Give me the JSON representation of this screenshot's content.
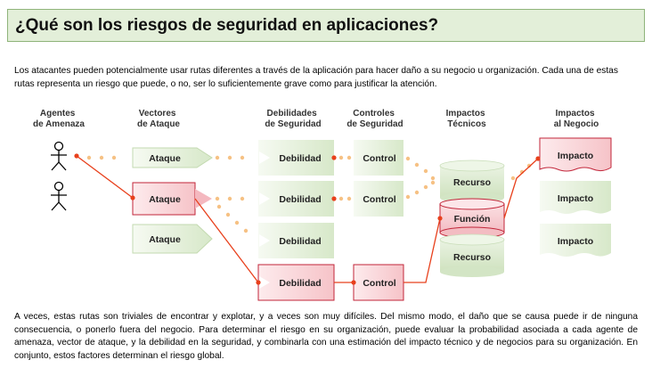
{
  "title": "¿Qué son los riesgos de seguridad en aplicaciones?",
  "intro": "Los atacantes pueden potencialmente usar rutas diferentes a través de la aplicación para hacer daño a su negocio u organización. Cada una de estas rutas representa un riesgo que puede, o no, ser lo suficientemente grave como para justificar la atención.",
  "outro": "A veces, estas rutas son triviales de encontrar y explotar, y a veces son muy difíciles. Del mismo modo, el daño que se causa puede ir de ninguna consecuencia, o ponerlo fuera del negocio. Para determinar el riesgo en su organización, puede evaluar la probabilidad asociada a cada agente de amenaza, vector de ataque, y la debilidad en la seguridad, y combinarla con una estimación del impacto técnico y de negocios para su organización. En conjunto, estos factores determinan el riesgo global.",
  "headers": {
    "agents": [
      "Agentes",
      "de Amenaza"
    ],
    "vectors": [
      "Vectores",
      "de Ataque"
    ],
    "weaknesses": [
      "Debilidades",
      "de Seguridad"
    ],
    "controls": [
      "Controles",
      "de Seguridad"
    ],
    "tech": [
      "Impactos",
      "Técnicos"
    ],
    "business": [
      "Impactos",
      "al Negocio"
    ]
  },
  "attack_label": "Ataque",
  "weakness_label": "Debilidad",
  "control_label": "Control",
  "resource_label": "Recurso",
  "function_label": "Función",
  "impact_label": "Impacto",
  "colors": {
    "green_box": "#e2efd9",
    "red_box": "#f9d2d5",
    "path": "#e8401c",
    "dotted": "#f6c184"
  }
}
